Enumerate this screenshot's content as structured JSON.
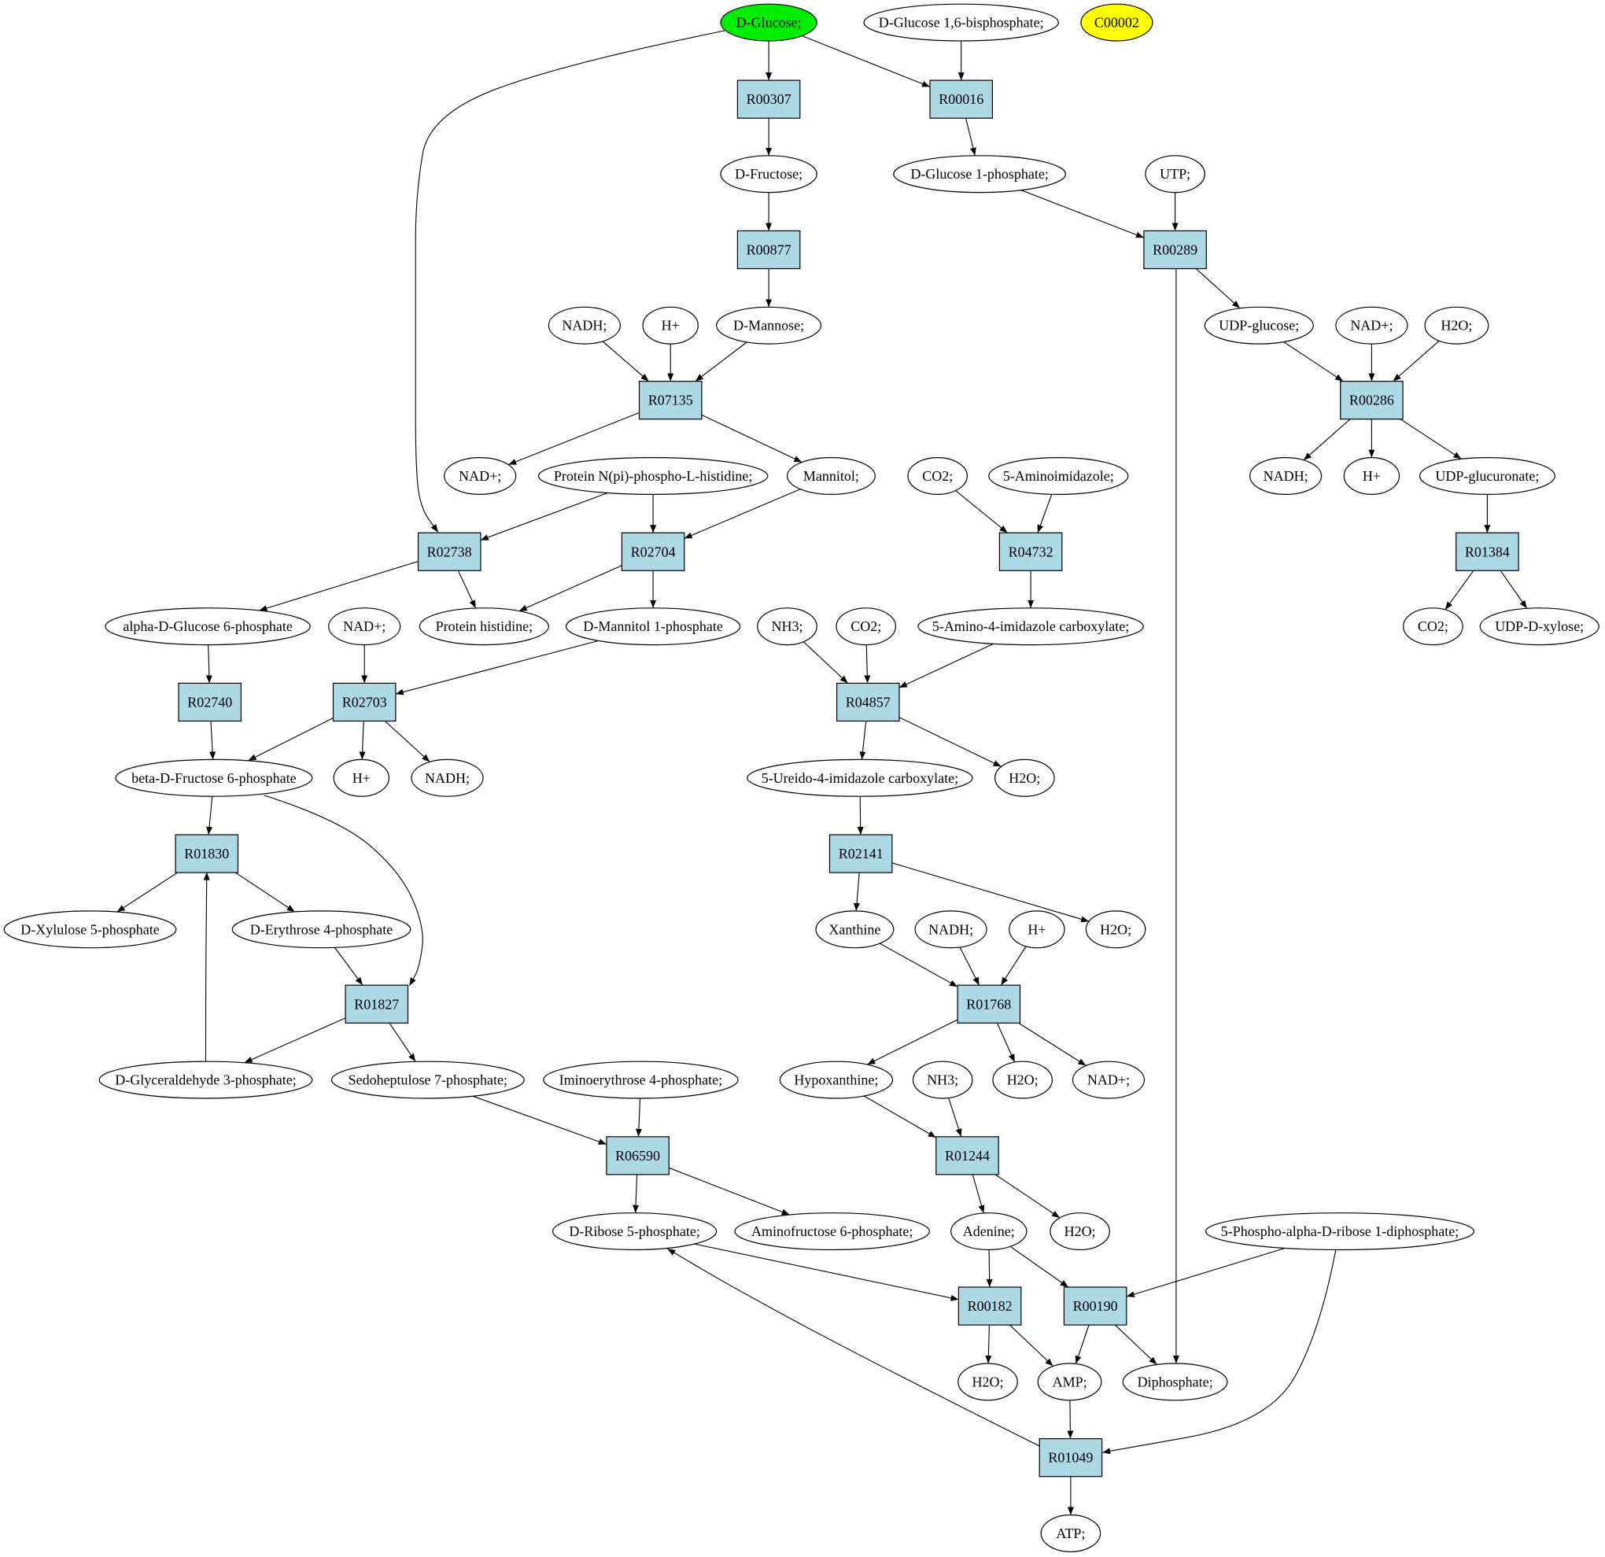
{
  "colors": {
    "compound_fill": "#ffffff",
    "reaction_fill": "#add8e6",
    "start_fill": "#00ee00",
    "highlight_fill": "#ffff00",
    "stroke": "#000000"
  },
  "compounds": [
    {
      "id": "c_glucose",
      "label": "D-Glucose;",
      "fill": "#00ee00"
    },
    {
      "id": "c_g16bp",
      "label": "D-Glucose 1,6-bisphosphate;"
    },
    {
      "id": "c_c00002",
      "label": "C00002",
      "fill": "#ffff00"
    },
    {
      "id": "c_fructose",
      "label": "D-Fructose;"
    },
    {
      "id": "c_g1p",
      "label": "D-Glucose 1-phosphate;"
    },
    {
      "id": "c_utp",
      "label": "UTP;"
    },
    {
      "id": "c_nadh1",
      "label": "NADH;"
    },
    {
      "id": "c_hplus1",
      "label": "H+"
    },
    {
      "id": "c_mannose",
      "label": "D-Mannose;"
    },
    {
      "id": "c_udpglc",
      "label": "UDP-glucose;"
    },
    {
      "id": "c_nadp2",
      "label": "NAD+;"
    },
    {
      "id": "c_h2o1",
      "label": "H2O;"
    },
    {
      "id": "c_nadp1",
      "label": "NAD+;"
    },
    {
      "id": "c_protnpi",
      "label": "Protein N(pi)-phospho-L-histidine;"
    },
    {
      "id": "c_mannitol",
      "label": "Mannitol;"
    },
    {
      "id": "c_co2a",
      "label": "CO2;"
    },
    {
      "id": "c_aminoimid",
      "label": "5-Aminoimidazole;"
    },
    {
      "id": "c_nadh2",
      "label": "NADH;"
    },
    {
      "id": "c_hplus2",
      "label": "H+"
    },
    {
      "id": "c_udpglcu",
      "label": "UDP-glucuronate;"
    },
    {
      "id": "c_ag6p",
      "label": "alpha-D-Glucose 6-phosphate"
    },
    {
      "id": "c_nadp3",
      "label": "NAD+;"
    },
    {
      "id": "c_prothis",
      "label": "Protein histidine;"
    },
    {
      "id": "c_dm1p",
      "label": "D-Mannitol 1-phosphate"
    },
    {
      "id": "c_nh3a",
      "label": "NH3;"
    },
    {
      "id": "c_co2b",
      "label": "CO2;"
    },
    {
      "id": "c_aicarbox",
      "label": "5-Amino-4-imidazole carboxylate;"
    },
    {
      "id": "c_co2c",
      "label": "CO2;"
    },
    {
      "id": "c_udpxyl",
      "label": "UDP-D-xylose;"
    },
    {
      "id": "c_bf6p",
      "label": "beta-D-Fructose 6-phosphate"
    },
    {
      "id": "c_hplus3",
      "label": "H+"
    },
    {
      "id": "c_nadh3",
      "label": "NADH;"
    },
    {
      "id": "c_ureido",
      "label": "5-Ureido-4-imidazole carboxylate;"
    },
    {
      "id": "c_h2o2",
      "label": "H2O;"
    },
    {
      "id": "c_xu5p",
      "label": "D-Xylulose 5-phosphate"
    },
    {
      "id": "c_e4p",
      "label": "D-Erythrose 4-phosphate"
    },
    {
      "id": "c_xanthine",
      "label": "Xanthine"
    },
    {
      "id": "c_nadh4",
      "label": "NADH;"
    },
    {
      "id": "c_hplus4",
      "label": "H+"
    },
    {
      "id": "c_h2o3",
      "label": "H2O;"
    },
    {
      "id": "c_g3p",
      "label": "D-Glyceraldehyde 3-phosphate;"
    },
    {
      "id": "c_s7p",
      "label": "Sedoheptulose 7-phosphate;"
    },
    {
      "id": "c_imino",
      "label": "Iminoerythrose 4-phosphate;"
    },
    {
      "id": "c_hypox",
      "label": "Hypoxanthine;"
    },
    {
      "id": "c_nh3b",
      "label": "NH3;"
    },
    {
      "id": "c_h2o4",
      "label": "H2O;"
    },
    {
      "id": "c_nadp4",
      "label": "NAD+;"
    },
    {
      "id": "c_r5p",
      "label": "D-Ribose 5-phosphate;"
    },
    {
      "id": "c_aminof6p",
      "label": "Aminofructose 6-phosphate;"
    },
    {
      "id": "c_adenine",
      "label": "Adenine;"
    },
    {
      "id": "c_h2o5",
      "label": "H2O;"
    },
    {
      "id": "c_prpp",
      "label": "5-Phospho-alpha-D-ribose 1-diphosphate;"
    },
    {
      "id": "c_h2o6",
      "label": "H2O;"
    },
    {
      "id": "c_amp",
      "label": "AMP;"
    },
    {
      "id": "c_diphos",
      "label": "Diphosphate;"
    },
    {
      "id": "c_atp",
      "label": "ATP;"
    }
  ],
  "reactions": [
    {
      "id": "r_R00307",
      "label": "R00307"
    },
    {
      "id": "r_R00016",
      "label": "R00016"
    },
    {
      "id": "r_R00877",
      "label": "R00877"
    },
    {
      "id": "r_R00289",
      "label": "R00289"
    },
    {
      "id": "r_R07135",
      "label": "R07135"
    },
    {
      "id": "r_R00286",
      "label": "R00286"
    },
    {
      "id": "r_R02738",
      "label": "R02738"
    },
    {
      "id": "r_R02704",
      "label": "R02704"
    },
    {
      "id": "r_R04732",
      "label": "R04732"
    },
    {
      "id": "r_R01384",
      "label": "R01384"
    },
    {
      "id": "r_R02740",
      "label": "R02740"
    },
    {
      "id": "r_R02703",
      "label": "R02703"
    },
    {
      "id": "r_R04857",
      "label": "R04857"
    },
    {
      "id": "r_R01830",
      "label": "R01830"
    },
    {
      "id": "r_R02141",
      "label": "R02141"
    },
    {
      "id": "r_R01827",
      "label": "R01827"
    },
    {
      "id": "r_R01768",
      "label": "R01768"
    },
    {
      "id": "r_R06590",
      "label": "R06590"
    },
    {
      "id": "r_R01244",
      "label": "R01244"
    },
    {
      "id": "r_R00182",
      "label": "R00182"
    },
    {
      "id": "r_R00190",
      "label": "R00190"
    },
    {
      "id": "r_R01049",
      "label": "R01049"
    }
  ],
  "edges": [
    [
      "c_glucose",
      "r_R00307"
    ],
    [
      "c_glucose",
      "r_R00016"
    ],
    [
      "c_glucose",
      "r_R02738"
    ],
    [
      "c_g16bp",
      "r_R00016"
    ],
    [
      "r_R00307",
      "c_fructose"
    ],
    [
      "r_R00016",
      "c_g1p"
    ],
    [
      "c_fructose",
      "r_R00877"
    ],
    [
      "r_R00877",
      "c_mannose"
    ],
    [
      "c_g1p",
      "r_R00289"
    ],
    [
      "c_utp",
      "r_R00289"
    ],
    [
      "r_R00289",
      "c_udpglc"
    ],
    [
      "r_R00289",
      "c_diphos"
    ],
    [
      "c_nadh1",
      "r_R07135"
    ],
    [
      "c_hplus1",
      "r_R07135"
    ],
    [
      "c_mannose",
      "r_R07135"
    ],
    [
      "r_R07135",
      "c_nadp1"
    ],
    [
      "r_R07135",
      "c_mannitol"
    ],
    [
      "c_udpglc",
      "r_R00286"
    ],
    [
      "c_nadp2",
      "r_R00286"
    ],
    [
      "c_h2o1",
      "r_R00286"
    ],
    [
      "r_R00286",
      "c_nadh2"
    ],
    [
      "r_R00286",
      "c_hplus2"
    ],
    [
      "r_R00286",
      "c_udpglcu"
    ],
    [
      "c_udpglcu",
      "r_R01384"
    ],
    [
      "r_R01384",
      "c_co2c"
    ],
    [
      "r_R01384",
      "c_udpxyl"
    ],
    [
      "c_protnpi",
      "r_R02738"
    ],
    [
      "c_protnpi",
      "r_R02704"
    ],
    [
      "c_mannitol",
      "r_R02704"
    ],
    [
      "r_R02738",
      "c_ag6p"
    ],
    [
      "r_R02738",
      "c_prothis"
    ],
    [
      "r_R02704",
      "c_prothis"
    ],
    [
      "r_R02704",
      "c_dm1p"
    ],
    [
      "c_co2a",
      "r_R04732"
    ],
    [
      "c_aminoimid",
      "r_R04732"
    ],
    [
      "r_R04732",
      "c_aicarbox"
    ],
    [
      "c_ag6p",
      "r_R02740"
    ],
    [
      "r_R02740",
      "c_bf6p"
    ],
    [
      "c_nadp3",
      "r_R02703"
    ],
    [
      "c_dm1p",
      "r_R02703"
    ],
    [
      "r_R02703",
      "c_bf6p"
    ],
    [
      "r_R02703",
      "c_hplus3"
    ],
    [
      "r_R02703",
      "c_nadh3"
    ],
    [
      "c_nh3a",
      "r_R04857"
    ],
    [
      "c_co2b",
      "r_R04857"
    ],
    [
      "c_aicarbox",
      "r_R04857"
    ],
    [
      "r_R04857",
      "c_ureido"
    ],
    [
      "r_R04857",
      "c_h2o2"
    ],
    [
      "c_bf6p",
      "r_R01830"
    ],
    [
      "c_bf6p",
      "r_R01827"
    ],
    [
      "r_R01830",
      "c_xu5p"
    ],
    [
      "r_R01830",
      "c_e4p"
    ],
    [
      "c_ureido",
      "r_R02141"
    ],
    [
      "r_R02141",
      "c_xanthine"
    ],
    [
      "r_R02141",
      "c_h2o3"
    ],
    [
      "c_e4p",
      "r_R01827"
    ],
    [
      "r_R01827",
      "c_g3p"
    ],
    [
      "r_R01827",
      "c_s7p"
    ],
    [
      "c_g3p",
      "r_R01830"
    ],
    [
      "c_xanthine",
      "r_R01768"
    ],
    [
      "c_nadh4",
      "r_R01768"
    ],
    [
      "c_hplus4",
      "r_R01768"
    ],
    [
      "r_R01768",
      "c_hypox"
    ],
    [
      "r_R01768",
      "c_h2o4"
    ],
    [
      "r_R01768",
      "c_nadp4"
    ],
    [
      "c_s7p",
      "r_R06590"
    ],
    [
      "c_imino",
      "r_R06590"
    ],
    [
      "r_R06590",
      "c_r5p"
    ],
    [
      "r_R06590",
      "c_aminof6p"
    ],
    [
      "c_hypox",
      "r_R01244"
    ],
    [
      "c_nh3b",
      "r_R01244"
    ],
    [
      "r_R01244",
      "c_adenine"
    ],
    [
      "r_R01244",
      "c_h2o5"
    ],
    [
      "c_r5p",
      "r_R00182"
    ],
    [
      "c_adenine",
      "r_R00182"
    ],
    [
      "c_adenine",
      "r_R00190"
    ],
    [
      "c_prpp",
      "r_R00190"
    ],
    [
      "c_prpp",
      "r_R01049"
    ],
    [
      "r_R00182",
      "c_h2o6"
    ],
    [
      "r_R00182",
      "c_amp"
    ],
    [
      "r_R00190",
      "c_amp"
    ],
    [
      "r_R00190",
      "c_diphos"
    ],
    [
      "c_amp",
      "r_R01049"
    ],
    [
      "r_R01049",
      "c_r5p"
    ],
    [
      "r_R01049",
      "c_atp"
    ]
  ]
}
